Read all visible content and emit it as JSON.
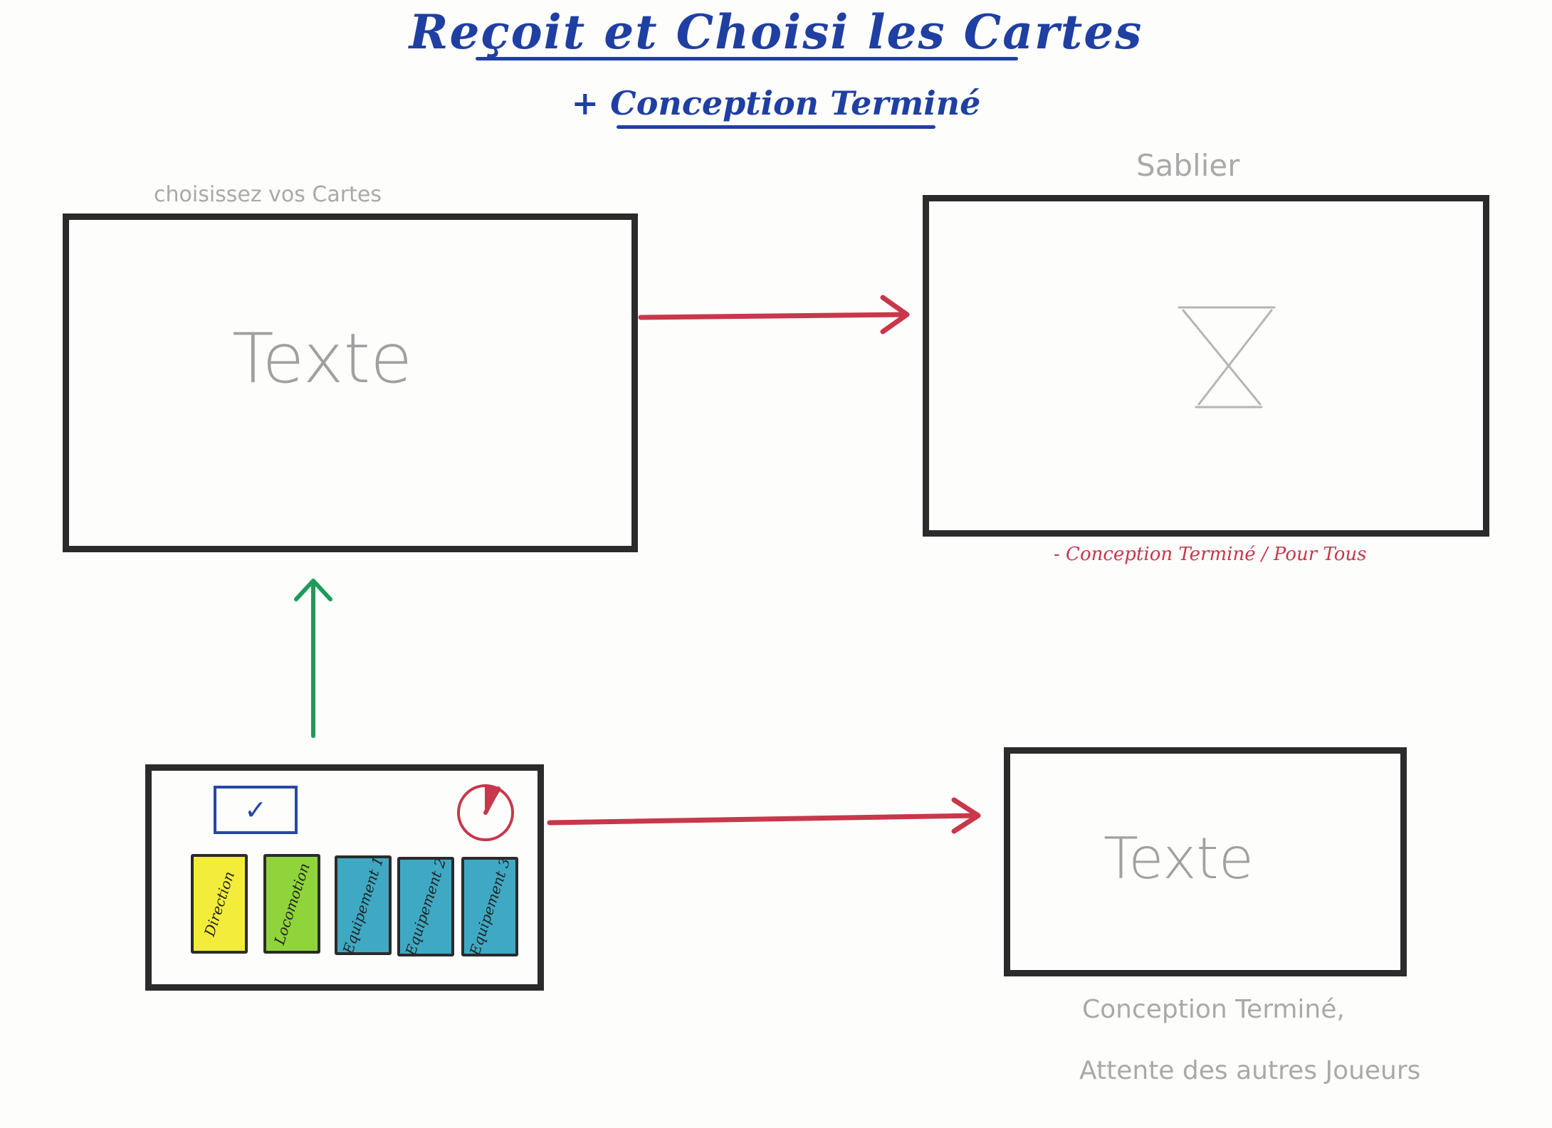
{
  "title": {
    "main": "Reçoit et Choisi les Cartes",
    "sub": "+ Conception Terminé"
  },
  "screen_choose": {
    "caption": "choisissez vos Cartes",
    "placeholder": "Texte"
  },
  "screen_hourglass": {
    "caption": "Sablier",
    "note": "- Conception Terminé / Pour Tous"
  },
  "screen_card_panel": {
    "cards": [
      {
        "label": "Direction",
        "color": "#f3ec3a"
      },
      {
        "label": "Locomotion",
        "color": "#8fd43a"
      },
      {
        "label": "Equipement 1",
        "color": "#3fa9c4"
      },
      {
        "label": "Equipement 2",
        "color": "#3fa9c4"
      },
      {
        "label": "Equipement 3",
        "color": "#3fa9c4"
      }
    ],
    "checkbox_mark": "✓"
  },
  "screen_waiting": {
    "placeholder": "Texte",
    "note_line1": "Conception Terminé,",
    "note_line2": "Attente des autres Joueurs"
  },
  "colors": {
    "title": "#1f3fa3",
    "red_arrow": "#c8374a",
    "green_arrow": "#1e9b5a",
    "frame": "#2b2b2b",
    "timer": "#c8374a"
  }
}
